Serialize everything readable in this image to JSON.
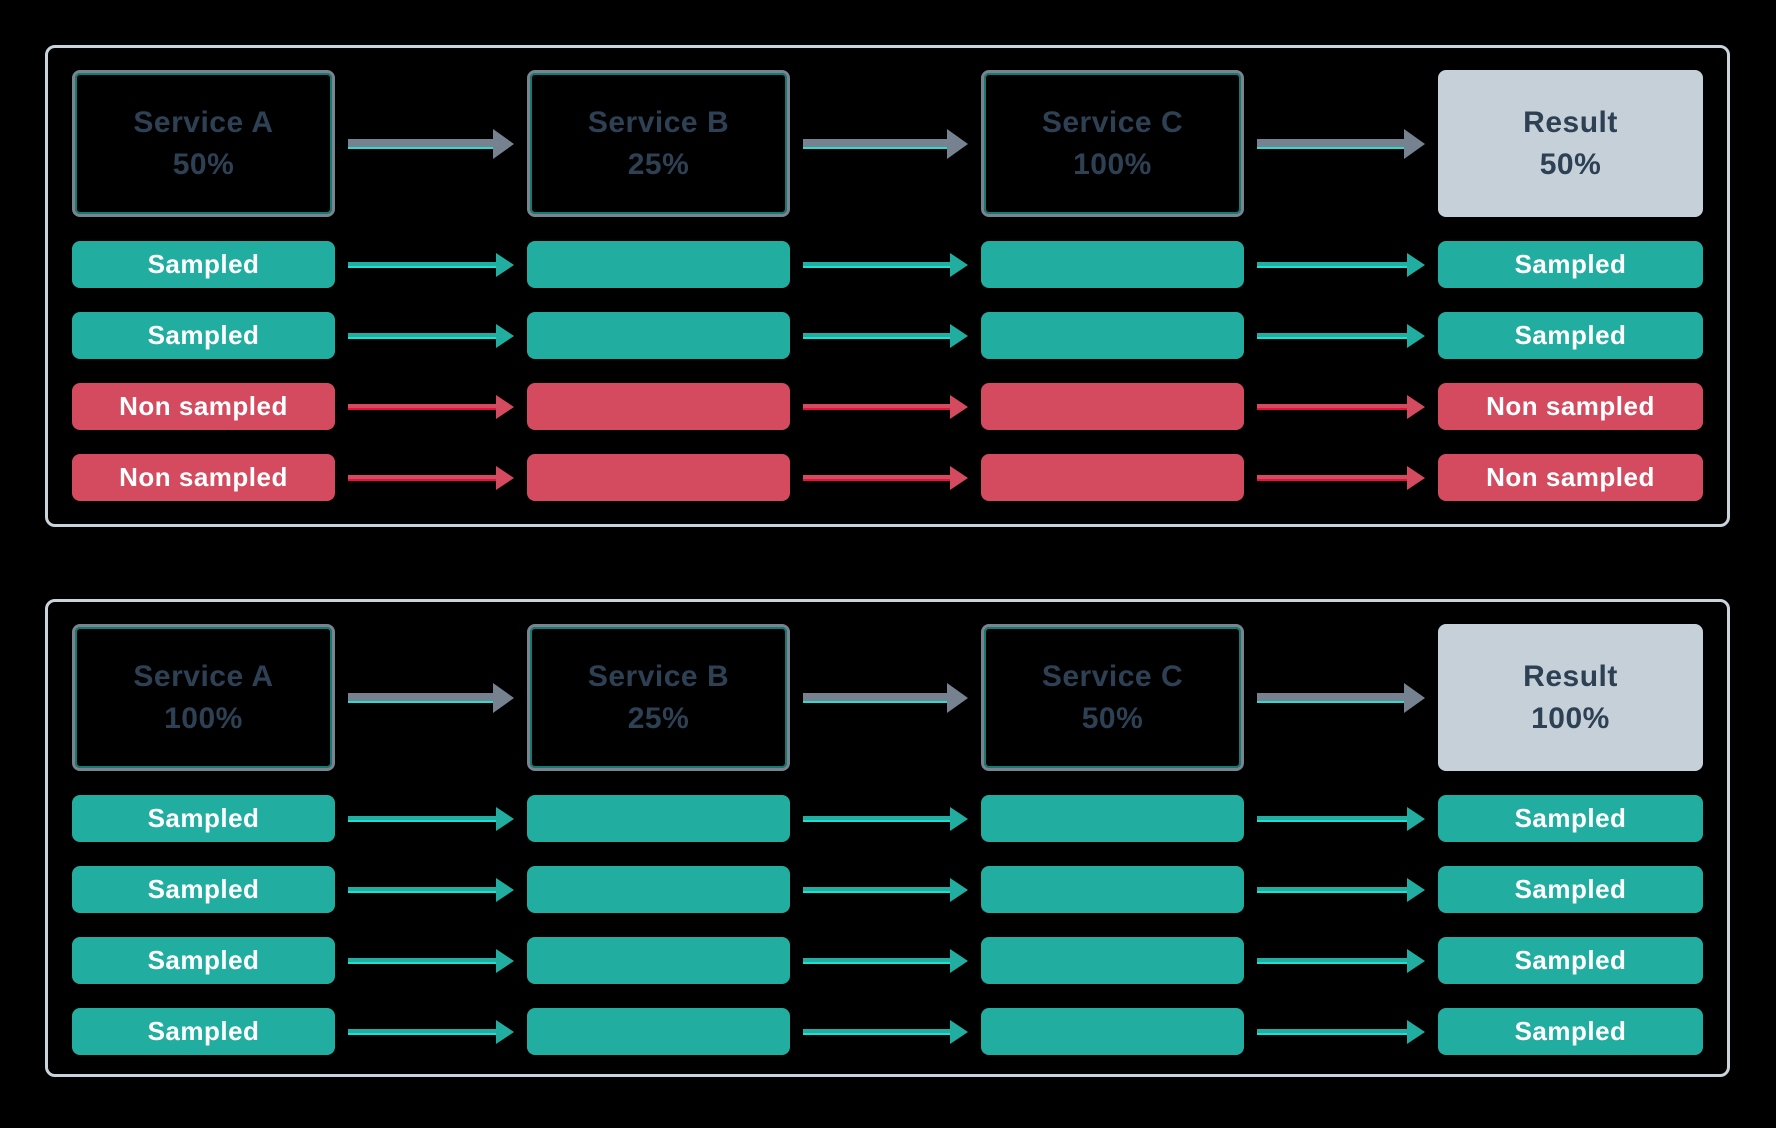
{
  "colors": {
    "background": "#000000",
    "panel_border": "#C9D3DC",
    "service_border": "#79848F",
    "service_text": "#2E4154",
    "result_bg": "#C6D0D9",
    "pill_text": "#FFFFFF",
    "sampled": "#21AEA0",
    "non_sampled": "#D44A5E",
    "arrow_gray": "#76828F",
    "accent_gray": "#35D9CC",
    "accent_sampled": "#1BE0D2",
    "accent_non_sampled": "#E8113C"
  },
  "panels": [
    {
      "services": [
        {
          "name": "Service A",
          "rate": "50%"
        },
        {
          "name": "Service B",
          "rate": "25%"
        },
        {
          "name": "Service C",
          "rate": "100%"
        }
      ],
      "result": {
        "name": "Result",
        "rate": "50%"
      },
      "rows": [
        {
          "label": "Sampled",
          "type": "sampled"
        },
        {
          "label": "Sampled",
          "type": "sampled"
        },
        {
          "label": "Non sampled",
          "type": "non_sampled"
        },
        {
          "label": "Non sampled",
          "type": "non_sampled"
        }
      ]
    },
    {
      "services": [
        {
          "name": "Service A",
          "rate": "100%"
        },
        {
          "name": "Service B",
          "rate": "25%"
        },
        {
          "name": "Service C",
          "rate": "50%"
        }
      ],
      "result": {
        "name": "Result",
        "rate": "100%"
      },
      "rows": [
        {
          "label": "Sampled",
          "type": "sampled"
        },
        {
          "label": "Sampled",
          "type": "sampled"
        },
        {
          "label": "Sampled",
          "type": "sampled"
        },
        {
          "label": "Sampled",
          "type": "sampled"
        }
      ]
    }
  ]
}
